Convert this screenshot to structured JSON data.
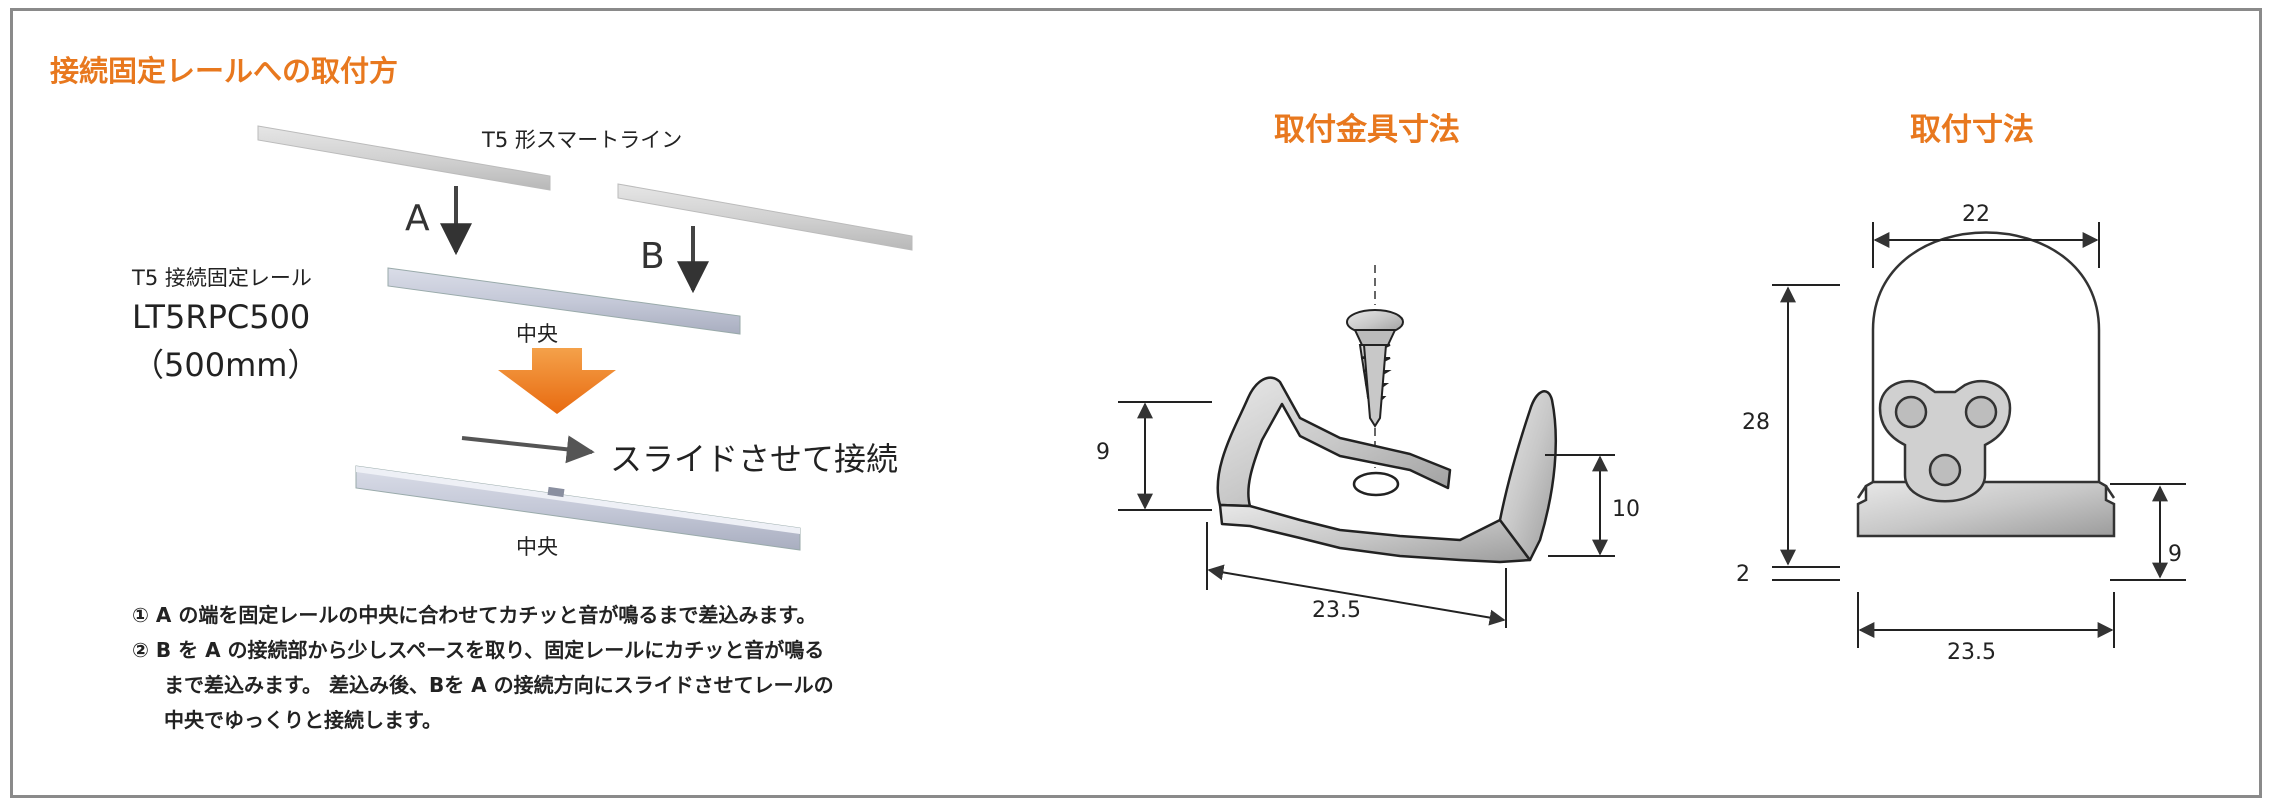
{
  "left_panel": {
    "title": "接続固定レールへの取付方",
    "product_label": "T5 形スマートライン",
    "label_a": "A",
    "label_b": "B",
    "rail_label": "T5 接続固定レール",
    "rail_model": "LT5RPC500",
    "rail_length": "（500mm）",
    "center_label_1": "中央",
    "slide_label": "スライドさせて接続",
    "center_label_2": "中央",
    "notes": [
      "① A の端を固定レールの中央に合わせてカチッと音が鳴るまで差込みます。",
      "② B を A の接続部から少しスペースを取り、固定レールにカチッと音が鳴る",
      "まで差込みます。 差込み後、Bを A の接続方向にスライドさせてレールの",
      "中央でゆっくりと接続します。"
    ]
  },
  "bracket_panel": {
    "title": "取付金具寸法",
    "dims": {
      "height_left": "9",
      "height_right": "10",
      "width": "23.5"
    }
  },
  "mount_panel": {
    "title": "取付寸法",
    "dims": {
      "top_width": "22",
      "total_height": "28",
      "base_gap": "2",
      "clip_height": "9",
      "bottom_width": "23.5"
    }
  },
  "colors": {
    "accent": "#e8781e",
    "frame": "#8a8a8a"
  }
}
